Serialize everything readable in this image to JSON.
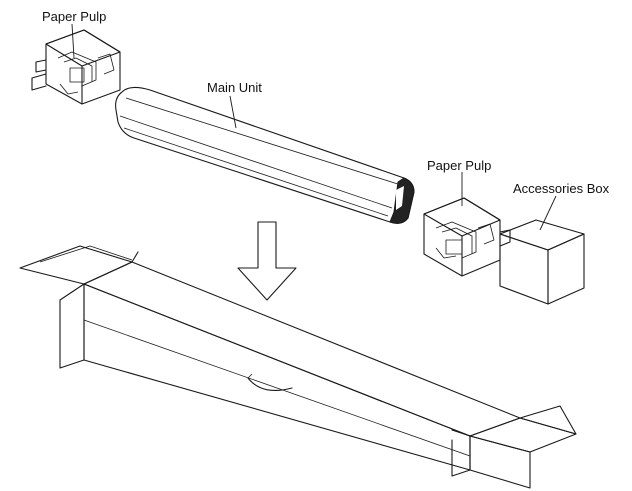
{
  "labels": {
    "paper_pulp_left": "Paper Pulp",
    "main_unit": "Main Unit",
    "paper_pulp_right": "Paper Pulp",
    "accessories_box": "Accessories Box"
  },
  "colors": {
    "line": "#1a1a1a",
    "background": "#ffffff",
    "unit_end_cap": "#222222"
  }
}
